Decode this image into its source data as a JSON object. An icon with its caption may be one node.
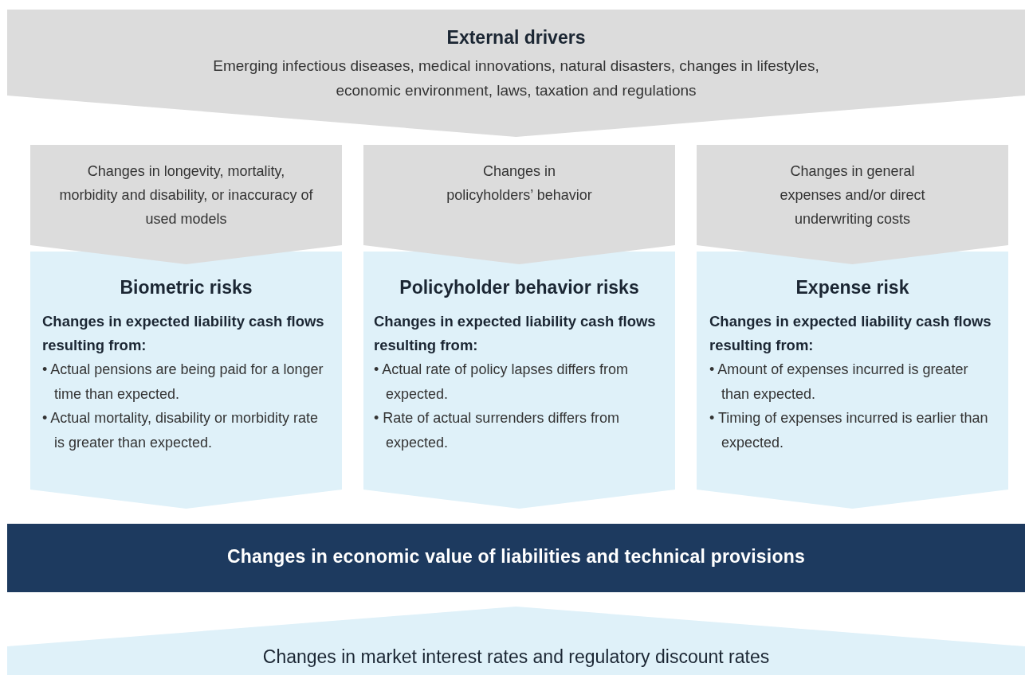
{
  "diagram": {
    "nodes": [
      {
        "text": [
          "External drivers",
          "Emerging infectious diseases, medical innovations, natural disasters, changes in lifestyles, economic environment, laws, taxation and regulations"
        ]
      },
      {
        "text": [
          "Changes in longevity, mortality, morbidity and disability, or inaccuracy of used models"
        ]
      },
      {
        "text": [
          "Changes in policyholders’ behavior"
        ]
      },
      {
        "text": [
          "Changes in general expenses and/or direct underwriting costs"
        ]
      },
      {
        "text": [
          "Biometric risks",
          "Changes in expected liability cash flows resulting from:",
          "• Actual pensions are being paid for a longer time than expected.",
          "• Actual mortality, disability or morbidity rate is greater than expected."
        ]
      },
      {
        "text": [
          "Policyholder behavior risks",
          "Changes in expected liability cash flows resulting from:",
          "• Actual rate of policy lapses differs from expected.",
          "• Rate of actual surrenders differs from expected."
        ]
      },
      {
        "text": [
          "Expense risk",
          "Changes in expected liability cash flows resulting from:",
          "• Amount of expenses incurred is greater than expected.",
          "• Timing of expenses incurred is earlier than expected."
        ]
      },
      {
        "text": [
          "Changes in economic value of liabilities and technical provisions"
        ]
      },
      {
        "text": [
          "Changes in market interest rates and regulatory discount rates"
        ]
      }
    ]
  }
}
